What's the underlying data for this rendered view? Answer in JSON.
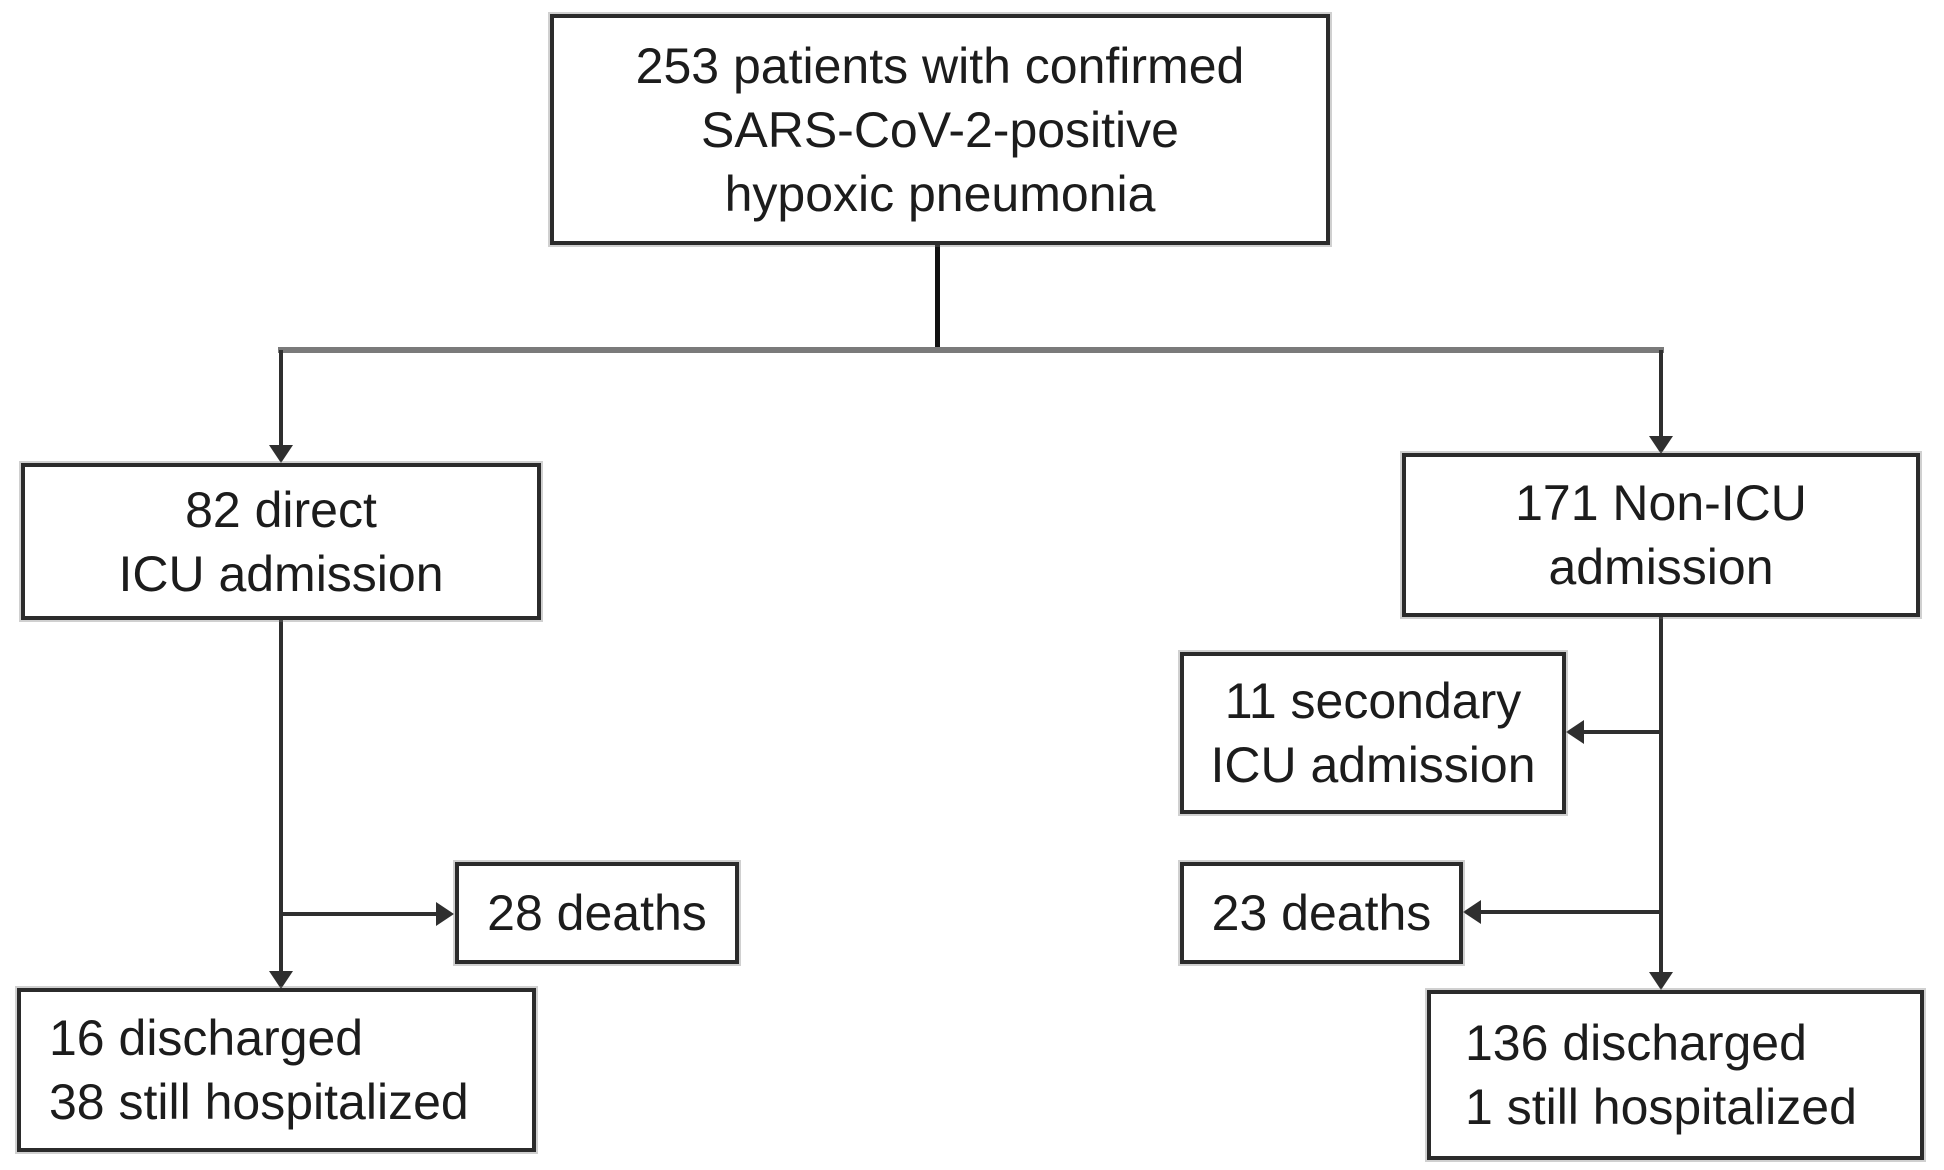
{
  "flowchart": {
    "nodes": {
      "enrolled": {
        "lines": [
          "253 patients with confirmed",
          "SARS-CoV-2-positive",
          "hypoxic pneumonia"
        ]
      },
      "direct_icu": {
        "lines": [
          "82 direct",
          "ICU admission"
        ]
      },
      "non_icu": {
        "lines": [
          "171 Non-ICU",
          "admission"
        ]
      },
      "secondary_icu": {
        "lines": [
          "11 secondary",
          "ICU admission"
        ]
      },
      "icu_deaths": {
        "lines": [
          "28 deaths"
        ]
      },
      "non_icu_deaths": {
        "lines": [
          "23 deaths"
        ]
      },
      "icu_outcome": {
        "lines": [
          "16 discharged",
          "38 still hospitalized"
        ]
      },
      "non_icu_outcome": {
        "lines": [
          "136 discharged",
          "1 still hospitalized"
        ]
      }
    },
    "edges": [
      {
        "from": "enrolled",
        "to": "direct_icu"
      },
      {
        "from": "enrolled",
        "to": "non_icu"
      },
      {
        "from": "direct_icu",
        "to": "icu_deaths"
      },
      {
        "from": "direct_icu",
        "to": "icu_outcome"
      },
      {
        "from": "non_icu",
        "to": "secondary_icu"
      },
      {
        "from": "non_icu",
        "to": "non_icu_deaths"
      },
      {
        "from": "non_icu",
        "to": "non_icu_outcome"
      }
    ],
    "colors": {
      "background": "#ffffff",
      "border": "#2b2b2b",
      "line": "#2f2f2f",
      "text": "#1c1c1c"
    }
  }
}
